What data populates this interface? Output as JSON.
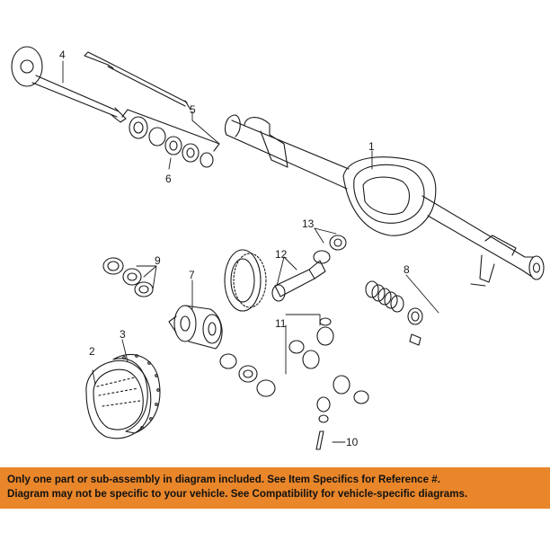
{
  "callouts": {
    "c1": "1",
    "c2": "2",
    "c3": "3",
    "c4": "4",
    "c5": "5",
    "c6": "6",
    "c7": "7",
    "c8": "8",
    "c9": "9",
    "c10": "10",
    "c11": "11",
    "c12": "12",
    "c13": "13"
  },
  "banner": {
    "line1": "Only one part or sub-assembly in diagram included. See Item Specifics for Reference #.",
    "line2": "Diagram may not be specific to your vehicle. See Compatibility for vehicle-specific diagrams."
  },
  "colors": {
    "banner_bg": "#e9862a",
    "line_art": "#1a1a1a"
  },
  "icons": [
    "axle-housing-drawing",
    "axle-shaft-drawing",
    "differential-cover-drawing",
    "cover-gasket-drawing",
    "differential-case-drawing",
    "ring-gear-drawing",
    "pinion-gear-drawing",
    "bearing-drawing",
    "shim-pack-drawing",
    "cross-pin-drawing"
  ]
}
